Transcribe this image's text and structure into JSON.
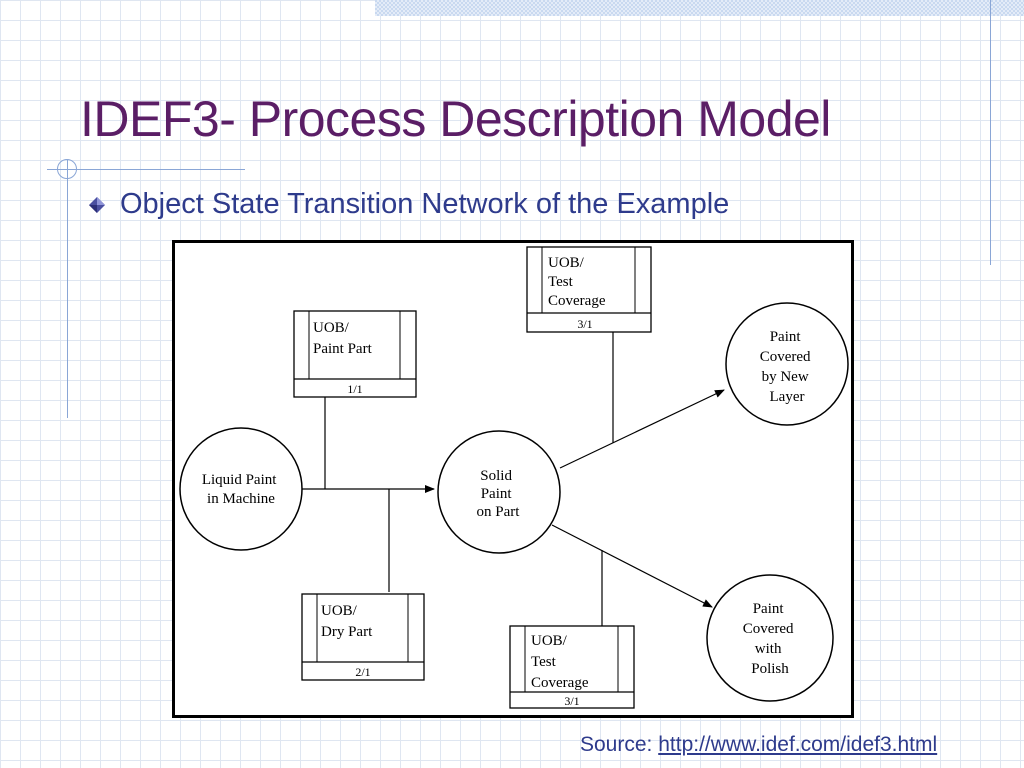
{
  "slide": {
    "title": "IDEF3- Process Description Model",
    "bullet": "Object State Transition Network of the Example",
    "bullet_icon": "diamond-bullet-icon",
    "source_label": "Source:",
    "source_url": "http://www.idef.com/idef3.html"
  },
  "colors": {
    "title": "#5b1e66",
    "text": "#2e3b8c",
    "grid": "#dfe6f1",
    "accent_line": "#8aa6d6"
  },
  "diagram": {
    "states": {
      "liquid": [
        "Liquid Paint",
        "in Machine"
      ],
      "solid": [
        "Solid",
        "Paint",
        "on Part"
      ],
      "new_layer": [
        "Paint",
        "Covered",
        "by New",
        "Layer"
      ],
      "polish": [
        "Paint",
        "Covered",
        "with",
        "Polish"
      ]
    },
    "uobs": {
      "paint_part": {
        "lines": [
          "UOB/",
          "Paint Part"
        ],
        "ref": "1/1"
      },
      "dry_part": {
        "lines": [
          "UOB/",
          "Dry Part"
        ],
        "ref": "2/1"
      },
      "test_top": {
        "lines": [
          "UOB/",
          "Test",
          "Coverage"
        ],
        "ref": "3/1"
      },
      "test_bottom": {
        "lines": [
          "UOB/",
          "Test",
          "Coverage"
        ],
        "ref": "3/1"
      }
    }
  }
}
